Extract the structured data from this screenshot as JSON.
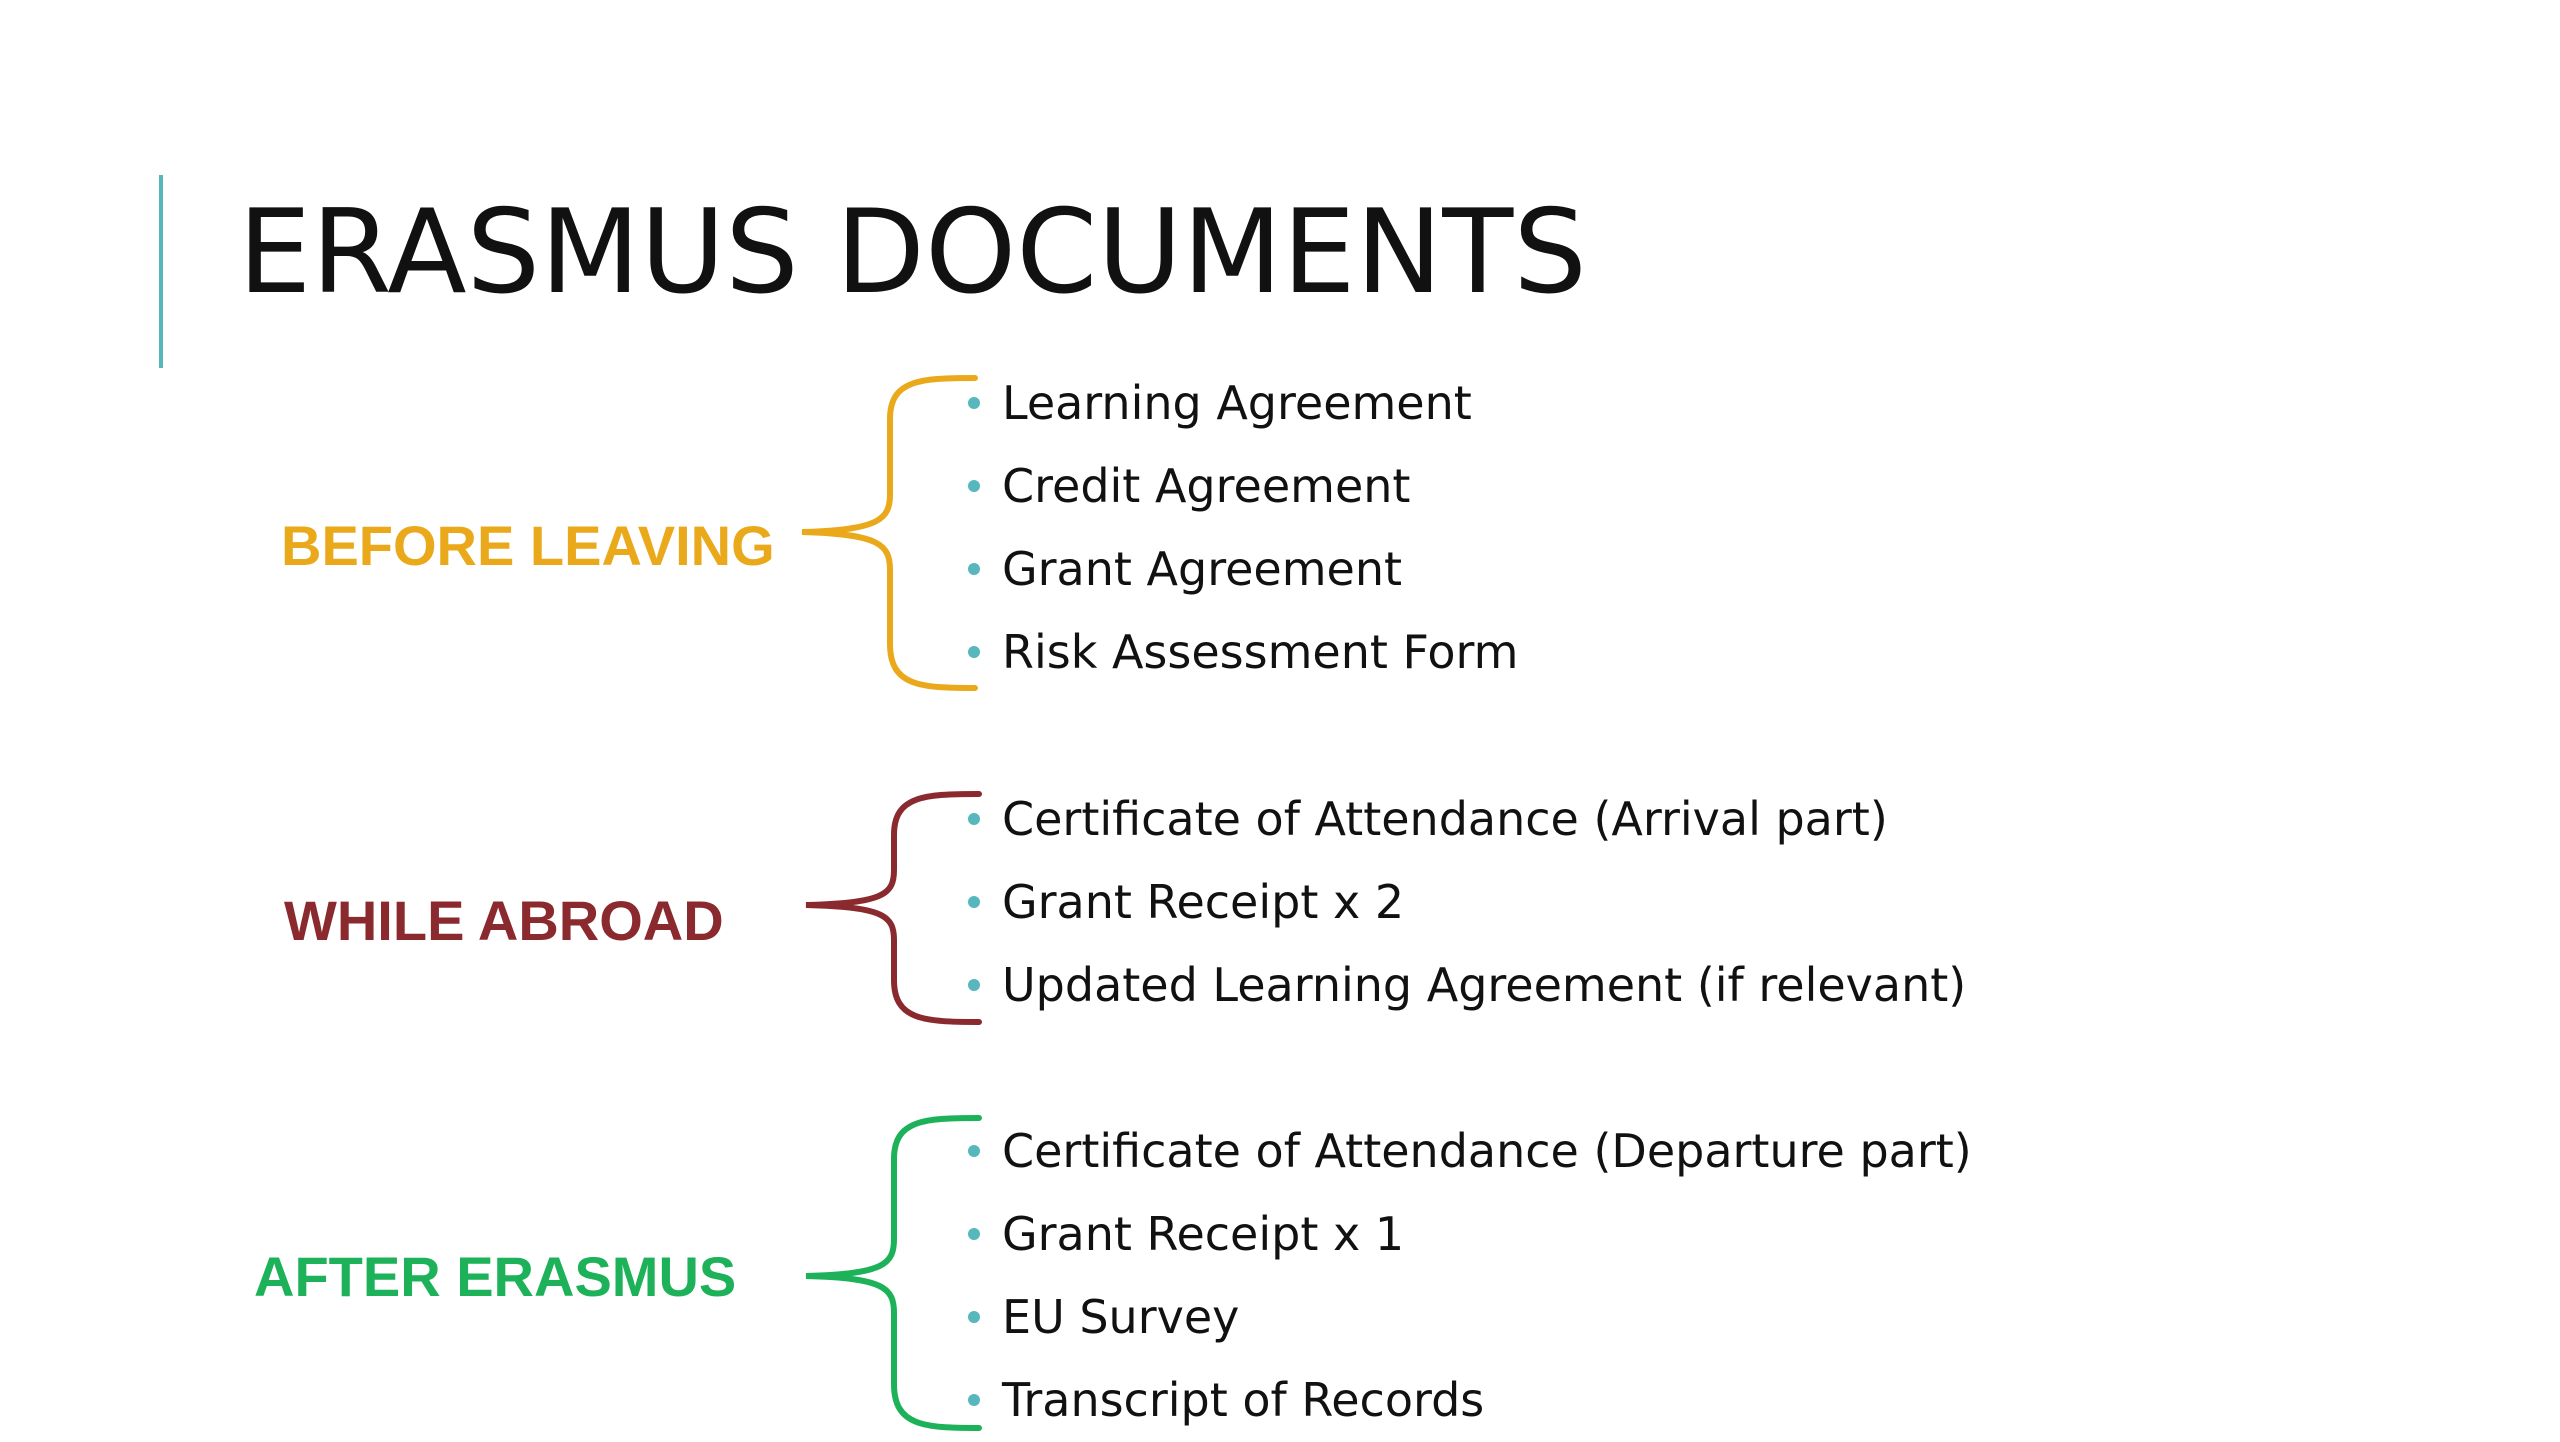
{
  "title": "ERASMUS DOCUMENTS",
  "colors": {
    "accent": "#56b7bd",
    "before_leaving": "#eaa91b",
    "while_abroad": "#8a2a2f",
    "after_erasmus": "#1db25a"
  },
  "sections": [
    {
      "label": "BEFORE LEAVING",
      "items": [
        "Learning Agreement",
        "Credit Agreement",
        "Grant Agreement",
        "Risk Assessment Form"
      ]
    },
    {
      "label": "WHILE ABROAD",
      "items": [
        "Certificate of Attendance (Arrival part)",
        "Grant Receipt x 2",
        "Updated Learning Agreement (if relevant)"
      ]
    },
    {
      "label": "AFTER ERASMUS",
      "items": [
        "Certificate of Attendance (Departure part)",
        "Grant Receipt x 1",
        "EU Survey",
        "Transcript of Records"
      ]
    }
  ]
}
